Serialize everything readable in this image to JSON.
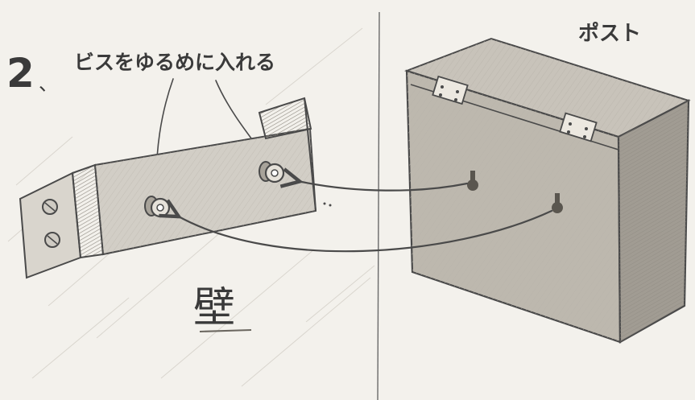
{
  "step_number": "2",
  "step_instruction": "ビスをゆるめに入れる",
  "label_post": "ポスト",
  "label_wall": "壁",
  "colors": {
    "paper": "#f3f1ec",
    "pencil": "#4a4a4a",
    "shade_light": "#cfcbc3",
    "shade_dark": "#9a958d"
  }
}
